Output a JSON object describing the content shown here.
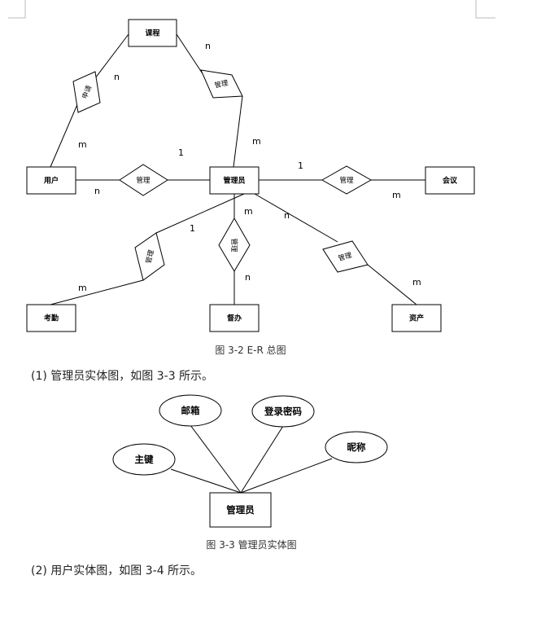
{
  "diagram1": {
    "entities": {
      "course": "课程",
      "user": "用户",
      "admin": "管理员",
      "meeting": "会议",
      "attendance": "考勤",
      "doc": "督办",
      "asset": "资产"
    },
    "relations": {
      "apply": "申请",
      "manage_course": "管理",
      "manage_user": "管理",
      "manage_meeting": "管理",
      "manage_attendance": "管理",
      "manage_doc": "管理",
      "manage_asset": "管理"
    },
    "cardinalities": {
      "apply_course": "n",
      "apply_user": "m",
      "course_manage": "n",
      "admin_course": "m",
      "user_admin_one": "1",
      "user_admin_n": "n",
      "meeting_one": "1",
      "meeting_m": "m",
      "attendance_one": "1",
      "attendance_m": "m",
      "doc_m": "m",
      "doc_n": "n",
      "asset_n": "n",
      "asset_m": "m"
    },
    "caption": "图 3-2 E-R 总图"
  },
  "paragraph1": "(1) 管理员实体图，如图 3-3 所示。",
  "diagram2": {
    "entity": "管理员",
    "attributes": {
      "email": "邮箱",
      "password": "登录密码",
      "key": "主键",
      "nickname": "昵称"
    },
    "caption": "图 3-3 管理员实体图"
  },
  "paragraph2": "(2) 用户实体图，如图 3-4 所示。"
}
